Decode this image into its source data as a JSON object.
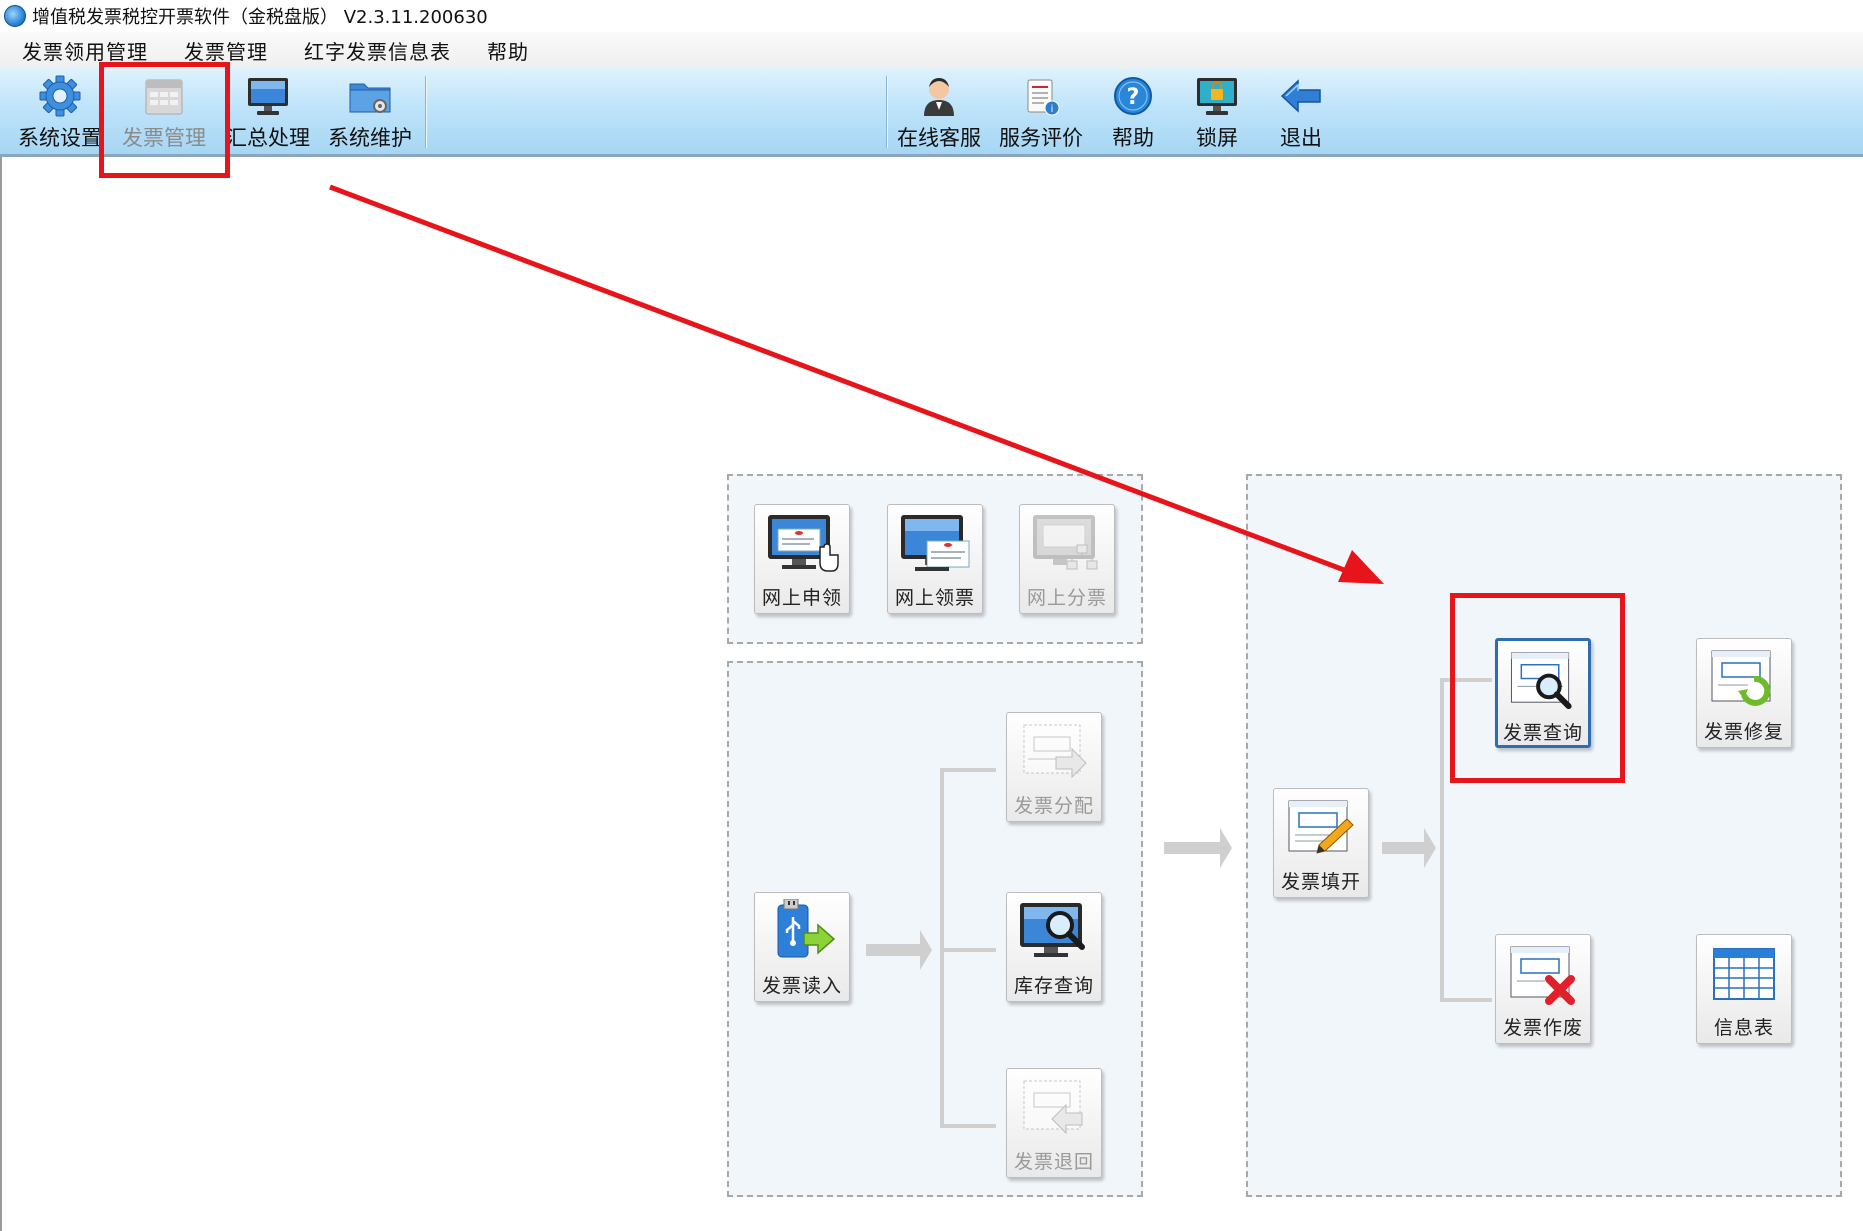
{
  "window": {
    "title": "增值税发票税控开票软件（金税盘版） V2.3.11.200630"
  },
  "menu": [
    "发票领用管理",
    "发票管理",
    "红字发票信息表",
    "帮助"
  ],
  "toolbar": {
    "left": [
      {
        "label": "系统设置",
        "icon": "gear-icon",
        "state": "enabled"
      },
      {
        "label": "发票管理",
        "icon": "invoice-grid-icon",
        "state": "disabled"
      },
      {
        "label": "汇总处理",
        "icon": "monitor-icon",
        "state": "enabled"
      },
      {
        "label": "系统维护",
        "icon": "folder-gear-icon",
        "state": "enabled"
      }
    ],
    "right": [
      {
        "label": "在线客服",
        "icon": "support-agent-icon"
      },
      {
        "label": "服务评价",
        "icon": "rating-notepad-icon"
      },
      {
        "label": "帮助",
        "icon": "help-icon"
      },
      {
        "label": "锁屏",
        "icon": "lock-screen-icon"
      },
      {
        "label": "退出",
        "icon": "exit-arrow-icon"
      }
    ]
  },
  "online_panel": [
    {
      "label": "网上申领",
      "icon": "online-apply-icon",
      "state": "enabled"
    },
    {
      "label": "网上领票",
      "icon": "online-receive-icon",
      "state": "enabled"
    },
    {
      "label": "网上分票",
      "icon": "online-distribute-icon",
      "state": "disabled"
    }
  ],
  "stock_panel": {
    "read": {
      "label": "发票读入",
      "icon": "usb-read-icon",
      "state": "enabled"
    },
    "branches": [
      {
        "label": "发票分配",
        "icon": "invoice-assign-icon",
        "state": "disabled"
      },
      {
        "label": "库存查询",
        "icon": "stock-search-icon",
        "state": "enabled"
      },
      {
        "label": "发票退回",
        "icon": "invoice-return-icon",
        "state": "disabled"
      }
    ]
  },
  "issue_panel": {
    "fill": {
      "label": "发票填开",
      "icon": "invoice-fill-icon",
      "state": "enabled"
    },
    "query": {
      "label": "发票查询",
      "icon": "invoice-query-icon",
      "state": "enabled"
    },
    "repair": {
      "label": "发票修复",
      "icon": "invoice-repair-icon",
      "state": "enabled"
    },
    "void": {
      "label": "发票作废",
      "icon": "invoice-void-icon",
      "state": "enabled"
    },
    "info": {
      "label": "信息表",
      "icon": "info-table-icon",
      "state": "enabled"
    }
  },
  "colors": {
    "annotation": "#e8141b",
    "toolbar_top": "#dff2fd",
    "toolbar_bottom": "#a6d6f4",
    "panel_bg": "#f1f6fb"
  }
}
